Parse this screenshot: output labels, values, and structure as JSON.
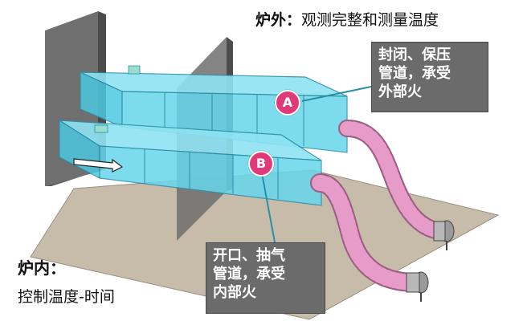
{
  "labels": {
    "outside_title": "炉外：",
    "outside_text": "观测完整和测量温度",
    "inside_title": "炉内：",
    "inside_text": "控制温度-时间"
  },
  "callouts": {
    "upper": [
      "封闭、保压",
      "管道，承受",
      "外部火"
    ],
    "lower": [
      "开口、抽气",
      "管道，承受",
      "内部火"
    ]
  },
  "markers": {
    "a": "A",
    "b": "B"
  },
  "colors": {
    "duct_fill": "#66d6ec",
    "duct_edge": "#2a8fa8",
    "hose": "#e79bc8",
    "floor": "#c7bca9",
    "wall": "#6f6f6f",
    "callout_bg": "#6b6b6b",
    "marker": "#e03a7a"
  }
}
